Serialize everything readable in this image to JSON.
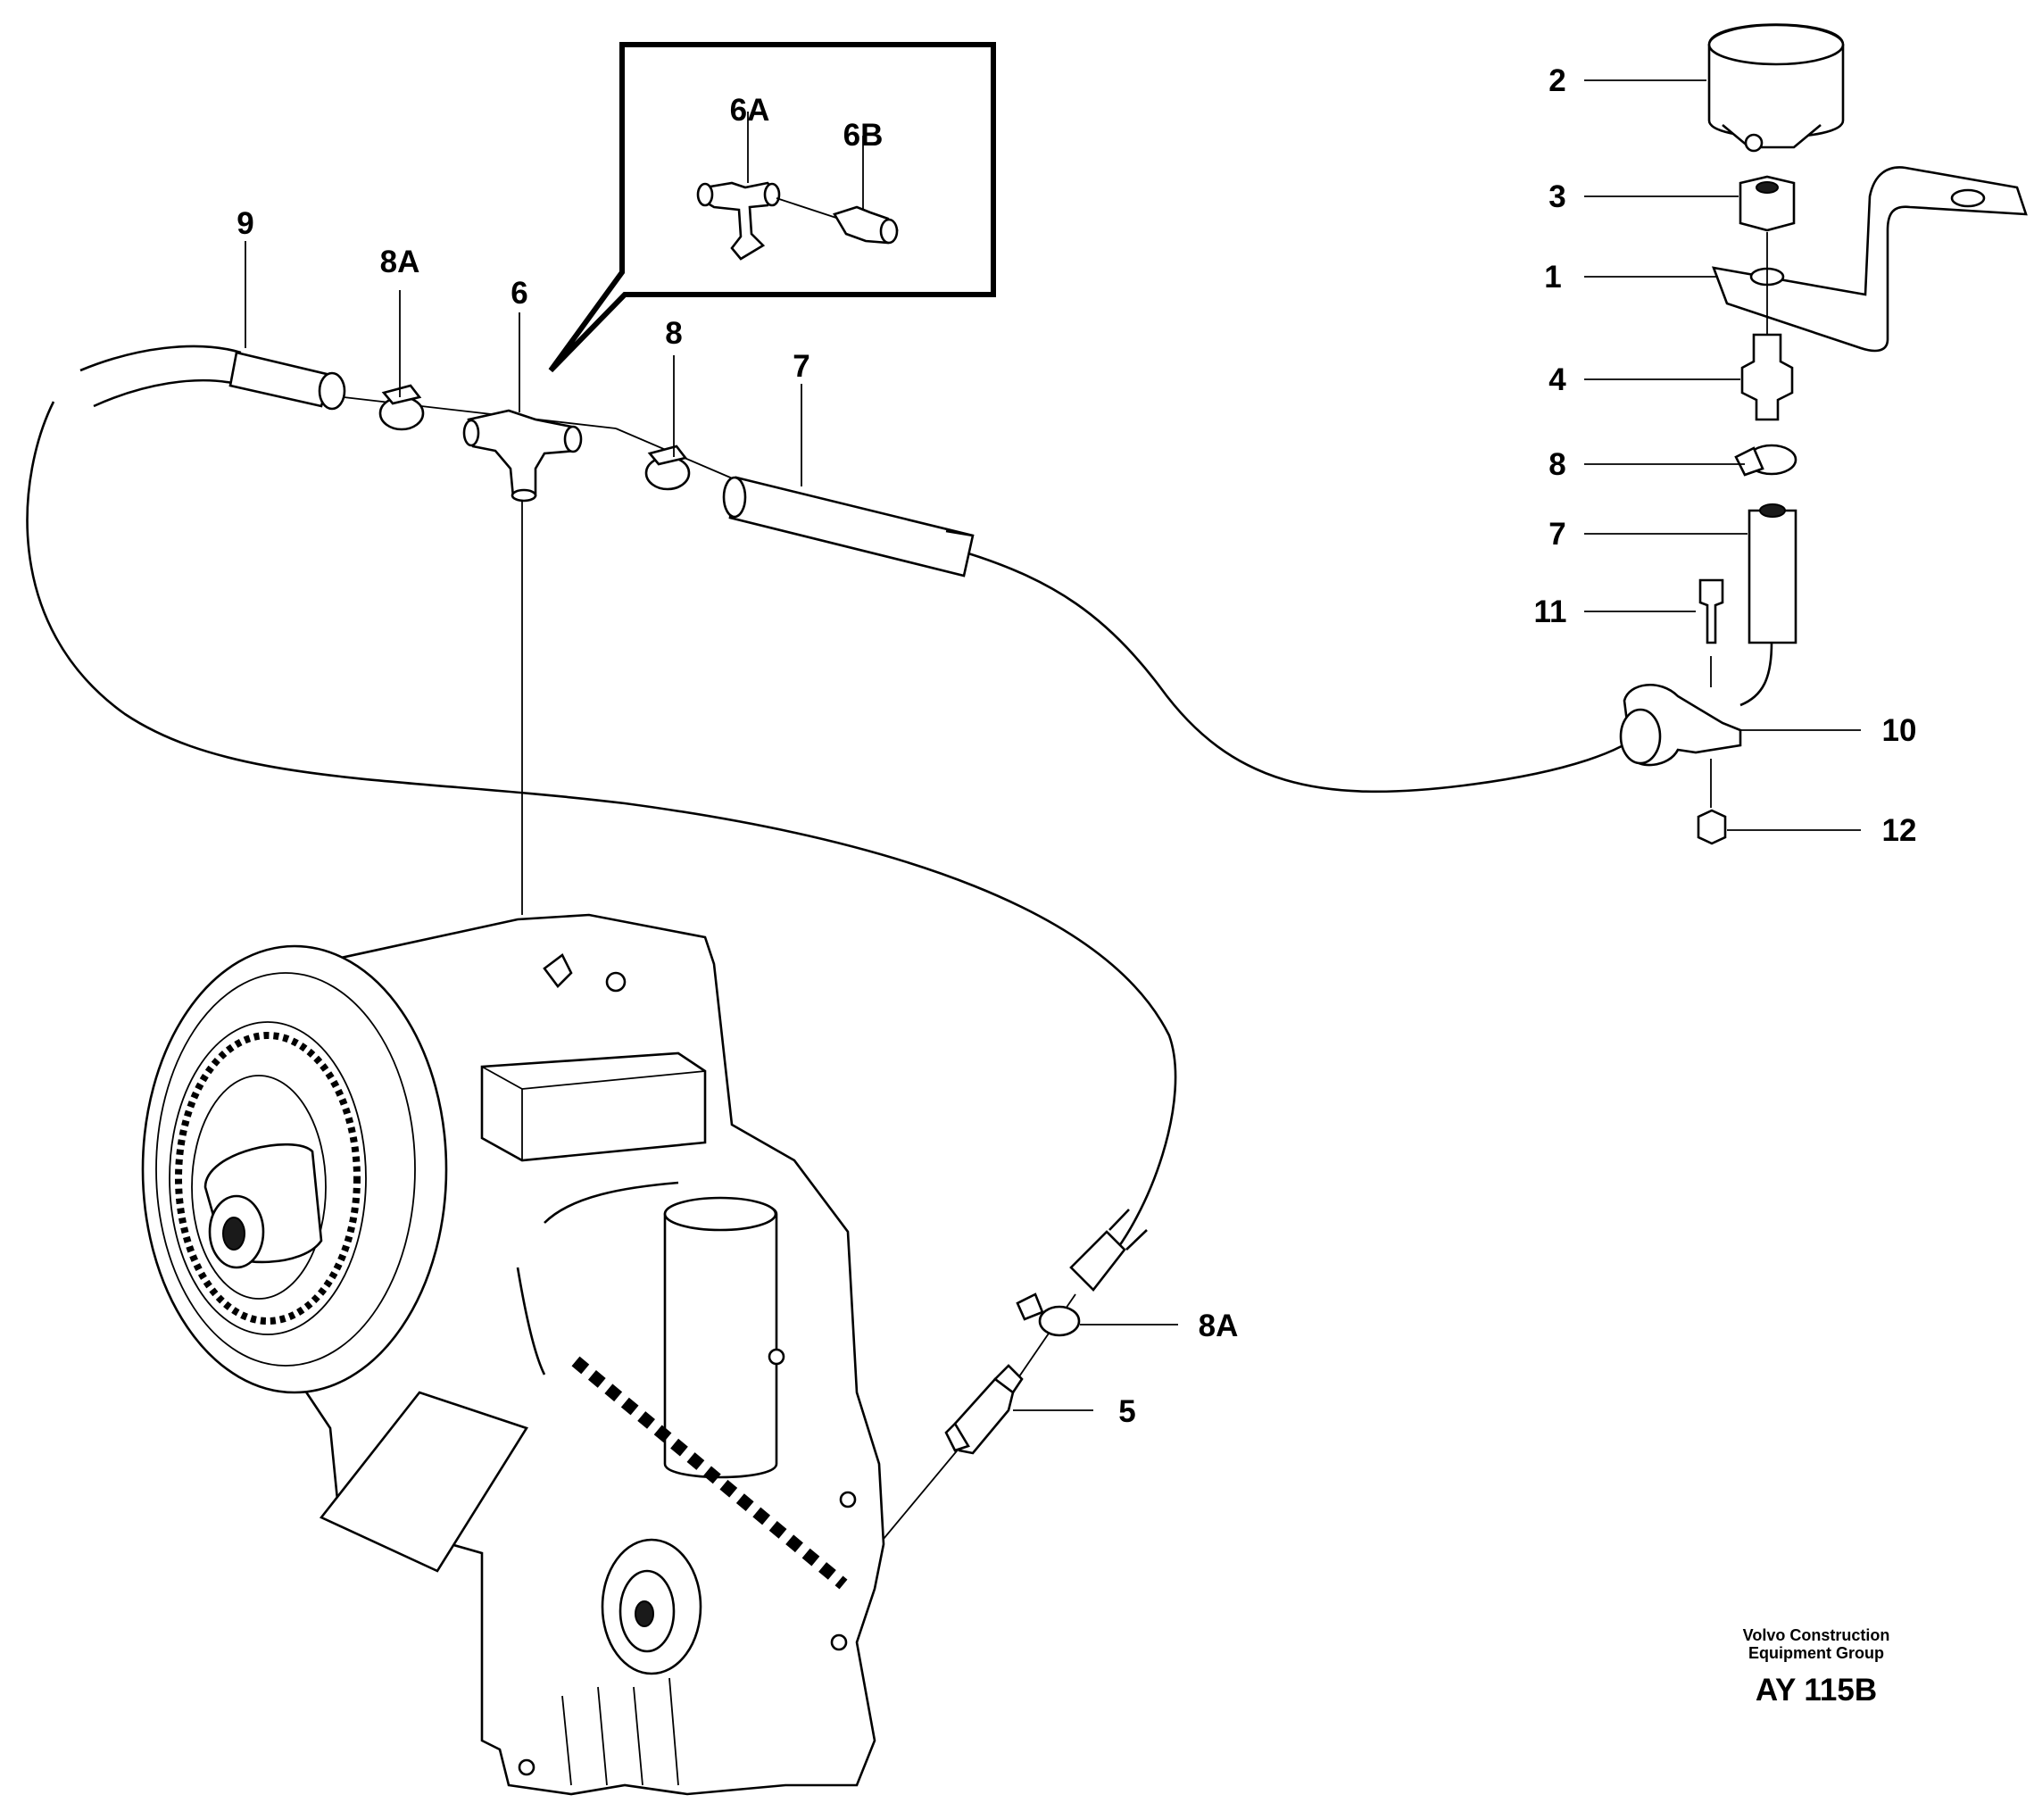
{
  "callouts": {
    "c1": "1",
    "c2": "2",
    "c3": "3",
    "c4": "4",
    "c5": "5",
    "c6": "6",
    "c6a": "6A",
    "c6b": "6B",
    "c7_left": "7",
    "c7_right": "7",
    "c8_left": "8",
    "c8_right": "8",
    "c8a_top": "8A",
    "c8a_bottom": "8A",
    "c9": "9",
    "c10": "10",
    "c11": "11",
    "c12": "12"
  },
  "caption": {
    "line1": "Volvo Construction",
    "line2": "Equipment Group"
  },
  "drawing_code": "AY 115B"
}
